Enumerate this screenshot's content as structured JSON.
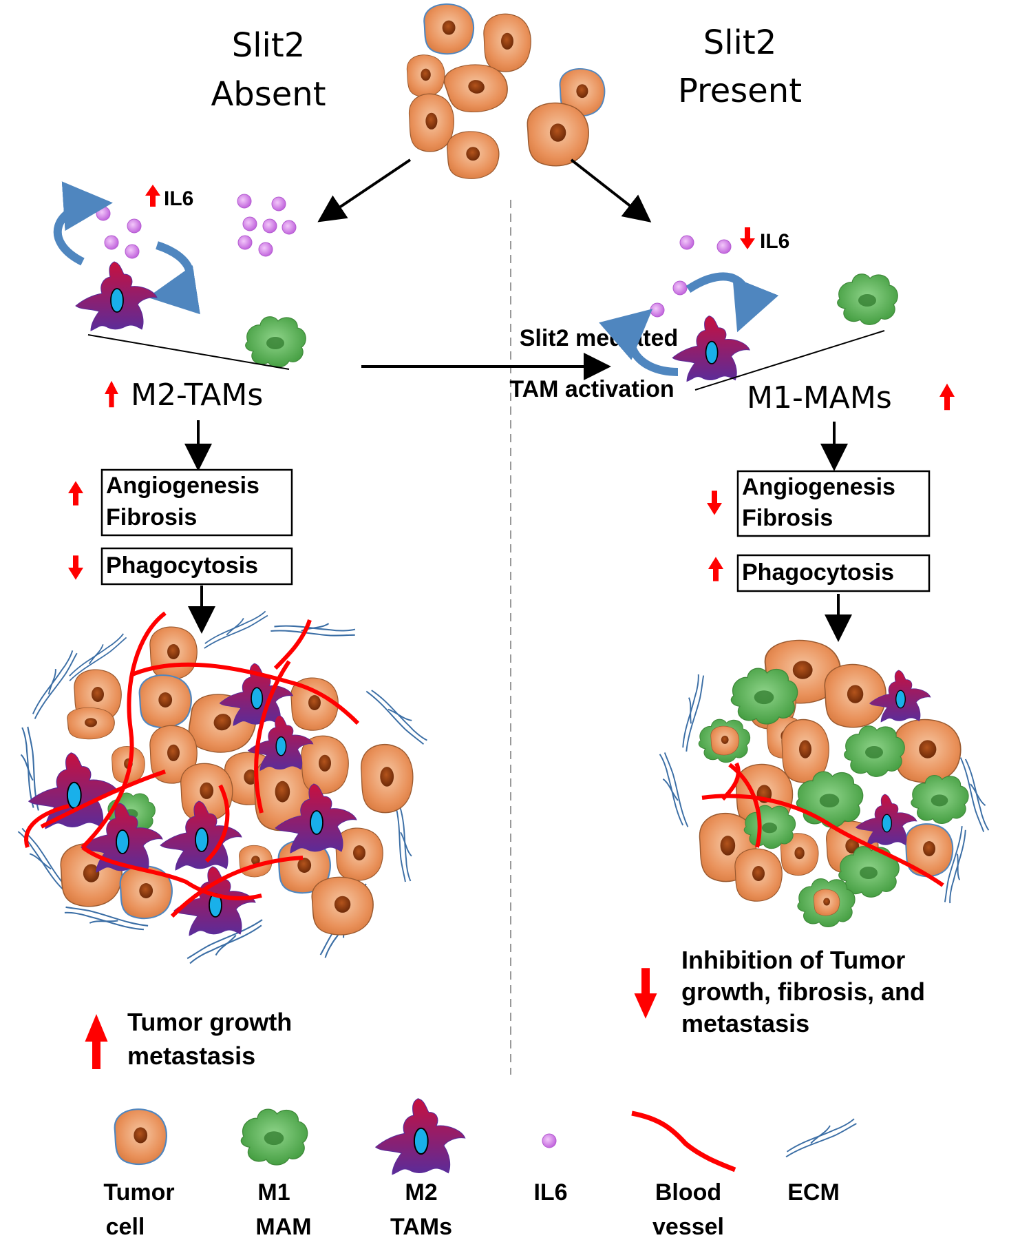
{
  "left": {
    "heading_line1": "Slit2",
    "heading_line2": "Absent",
    "il6_label": "IL6",
    "macrophage_label": "M2-TAMs",
    "box1_line1": "Angiogenesis",
    "box1_line2": "Fibrosis",
    "box2": "Phagocytosis",
    "outcome_line1": "Tumor growth",
    "outcome_line2": "metastasis"
  },
  "right": {
    "heading_line1": "Slit2",
    "heading_line2": "Present",
    "il6_label": "IL6",
    "macrophage_label": "M1-MAMs",
    "box1_line1": "Angiogenesis",
    "box1_line2": "Fibrosis",
    "box2": "Phagocytosis",
    "outcome_line1": "Inhibition of Tumor",
    "outcome_line2": "growth, fibrosis, and",
    "outcome_line3": "metastasis"
  },
  "center": {
    "line1": "Slit2  mediated",
    "line2": "TAM activation"
  },
  "legend": [
    {
      "icon": "tumor-cell-icon",
      "line1": "Tumor",
      "line2": "cell"
    },
    {
      "icon": "m1-mam-icon",
      "line1": "M1",
      "line2": "MAM"
    },
    {
      "icon": "m2-tam-icon",
      "line1": "M2",
      "line2": "TAMs"
    },
    {
      "icon": "il6-icon",
      "line1": "IL6",
      "line2": ""
    },
    {
      "icon": "blood-vessel-icon",
      "line1": "Blood",
      "line2": "vessel"
    },
    {
      "icon": "ecm-icon",
      "line1": "ECM",
      "line2": ""
    }
  ],
  "colors": {
    "tumor_fill": "#e8925a",
    "tumor_nucleus": "#8b3a10",
    "m1_green": "#5cb85c",
    "m2_red": "#c0134a",
    "m2_purple": "#6a2c8f",
    "m2_nucleus": "#1ab0e8",
    "il6_purple": "#d07de8",
    "vessel_red": "#ff0000",
    "ecm_blue": "#3b6ea5",
    "loop_blue": "#4f86bf",
    "up_down_arrow_red": "#ff0000"
  }
}
